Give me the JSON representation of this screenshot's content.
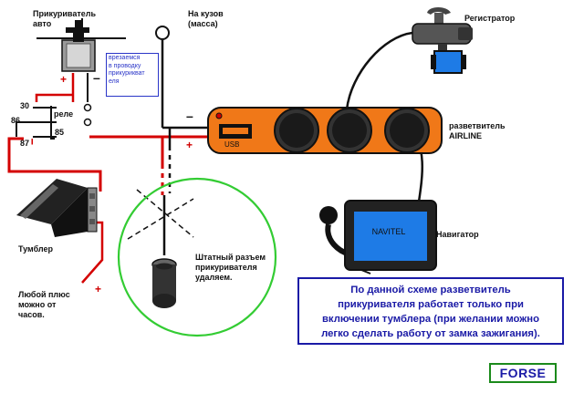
{
  "labels": {
    "lighter_car": "Прикуриватель\nавто",
    "chassis": "На кузов\n(масса)",
    "recorder": "Регистратор",
    "splitter": "разветвитель\nAIRLINE",
    "relay": "реле",
    "toggle": "Тумблер",
    "any_plus": "Любой плюс\nможно от\nчасов.",
    "socket": "Штатный разъем\nприкуривателя\nудаляем.",
    "navigator": "Навигатор",
    "usb": "USB",
    "navitel": "NAVITEL",
    "splice": "врезаемся\nв проводку\nприкурикват\nеля"
  },
  "relay_pins": {
    "p30": "30",
    "p86": "86",
    "p85": "85",
    "p87": "87"
  },
  "signs": {
    "plus": "+",
    "minus": "–"
  },
  "note": "По данной схеме разветвитель\nприкуривателя работает только при\nвключении тумблера (при желании можно\nлегко сделать работу от замка зажигания).",
  "badge": "FORSE",
  "colors": {
    "wire_red": "#d40000",
    "wire_black": "#111111",
    "splitter_body": "#f07818",
    "socket_circle": "#33cc33",
    "note_border": "#1a1aa6",
    "navigator_screen": "#1e7be6"
  }
}
